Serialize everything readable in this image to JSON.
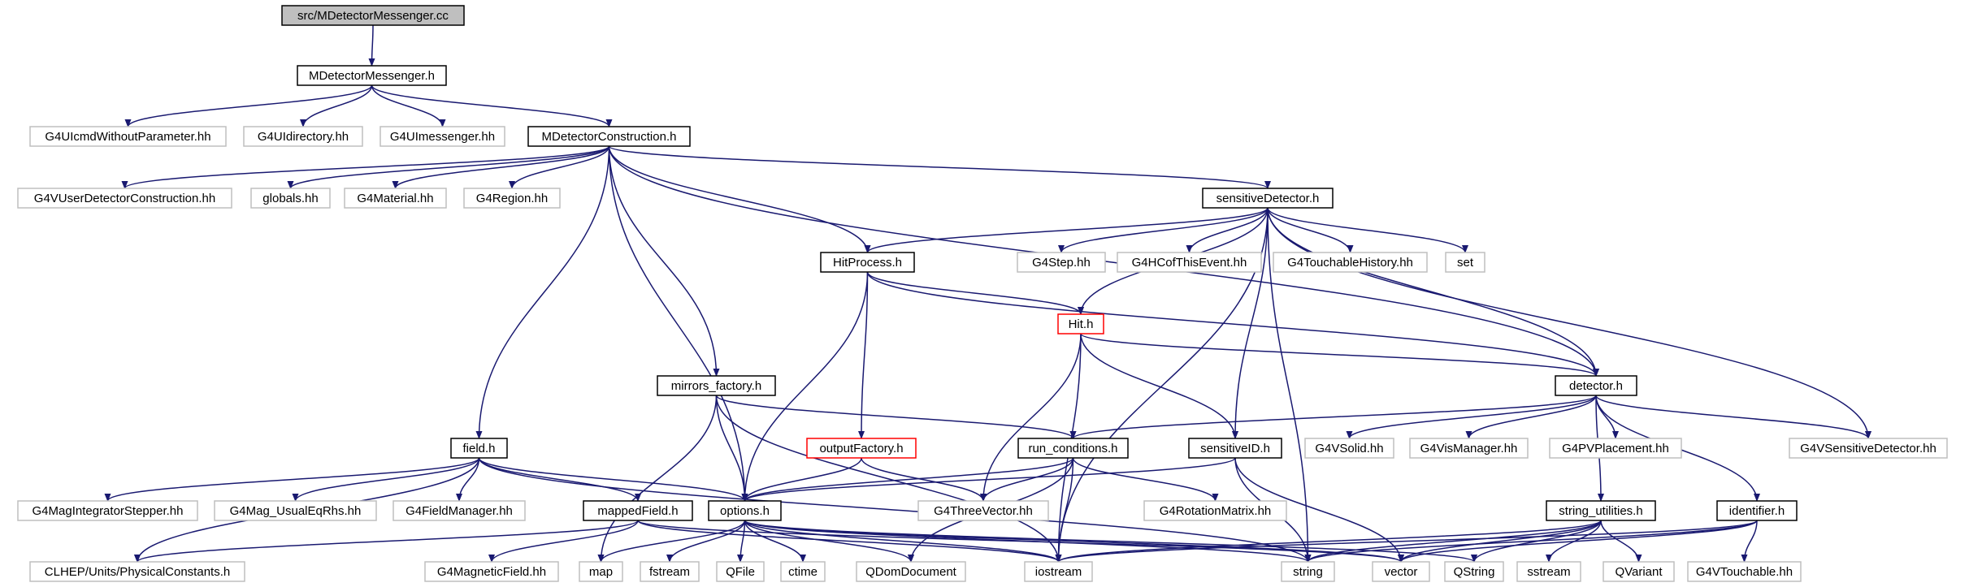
{
  "colors": {
    "edge": "#191970",
    "root_fill": "#bfbfbf",
    "node_border": "#000000",
    "external_border": "#bfbfbf",
    "truncated_border": "#ff0000"
  },
  "nodes": [
    {
      "id": "root",
      "label": "src/MDetectorMessenger.cc",
      "kind": "root"
    },
    {
      "id": "MDetectorMessenger_h",
      "label": "MDetectorMessenger.h",
      "kind": "doc"
    },
    {
      "id": "G4UIcmdWithoutParameter",
      "label": "G4UIcmdWithoutParameter.hh",
      "kind": "ext"
    },
    {
      "id": "G4UIdirectory",
      "label": "G4UIdirectory.hh",
      "kind": "ext"
    },
    {
      "id": "G4UImessenger",
      "label": "G4UImessenger.hh",
      "kind": "ext"
    },
    {
      "id": "MDetectorConstruction_h",
      "label": "MDetectorConstruction.h",
      "kind": "doc"
    },
    {
      "id": "G4VUserDetectorConstruction",
      "label": "G4VUserDetectorConstruction.hh",
      "kind": "ext"
    },
    {
      "id": "globals",
      "label": "globals.hh",
      "kind": "ext"
    },
    {
      "id": "G4Material",
      "label": "G4Material.hh",
      "kind": "ext"
    },
    {
      "id": "G4Region",
      "label": "G4Region.hh",
      "kind": "ext"
    },
    {
      "id": "sensitiveDetector_h",
      "label": "sensitiveDetector.h",
      "kind": "doc"
    },
    {
      "id": "HitProcess_h",
      "label": "HitProcess.h",
      "kind": "doc"
    },
    {
      "id": "G4Step",
      "label": "G4Step.hh",
      "kind": "ext"
    },
    {
      "id": "G4HCofThisEvent",
      "label": "G4HCofThisEvent.hh",
      "kind": "ext"
    },
    {
      "id": "G4TouchableHistory",
      "label": "G4TouchableHistory.hh",
      "kind": "ext"
    },
    {
      "id": "set",
      "label": "set",
      "kind": "ext"
    },
    {
      "id": "Hit_h",
      "label": "Hit.h",
      "kind": "trunc"
    },
    {
      "id": "mirrors_factory_h",
      "label": "mirrors_factory.h",
      "kind": "doc"
    },
    {
      "id": "detector_h",
      "label": "detector.h",
      "kind": "doc"
    },
    {
      "id": "field_h",
      "label": "field.h",
      "kind": "doc"
    },
    {
      "id": "outputFactory_h",
      "label": "outputFactory.h",
      "kind": "trunc"
    },
    {
      "id": "run_conditions_h",
      "label": "run_conditions.h",
      "kind": "doc"
    },
    {
      "id": "sensitiveID_h",
      "label": "sensitiveID.h",
      "kind": "doc"
    },
    {
      "id": "G4VSolid",
      "label": "G4VSolid.hh",
      "kind": "ext"
    },
    {
      "id": "G4VisManager",
      "label": "G4VisManager.hh",
      "kind": "ext"
    },
    {
      "id": "G4PVPlacement",
      "label": "G4PVPlacement.hh",
      "kind": "ext"
    },
    {
      "id": "G4VSensitiveDetector",
      "label": "G4VSensitiveDetector.hh",
      "kind": "ext"
    },
    {
      "id": "G4MagIntegratorStepper",
      "label": "G4MagIntegratorStepper.hh",
      "kind": "ext"
    },
    {
      "id": "G4Mag_UsualEqRhs",
      "label": "G4Mag_UsualEqRhs.hh",
      "kind": "ext"
    },
    {
      "id": "G4FieldManager",
      "label": "G4FieldManager.hh",
      "kind": "ext"
    },
    {
      "id": "mappedField_h",
      "label": "mappedField.h",
      "kind": "doc"
    },
    {
      "id": "options_h",
      "label": "options.h",
      "kind": "doc"
    },
    {
      "id": "G4ThreeVector",
      "label": "G4ThreeVector.hh",
      "kind": "ext"
    },
    {
      "id": "G4RotationMatrix",
      "label": "G4RotationMatrix.hh",
      "kind": "ext"
    },
    {
      "id": "string_utilities_h",
      "label": "string_utilities.h",
      "kind": "doc"
    },
    {
      "id": "identifier_h",
      "label": "identifier.h",
      "kind": "doc"
    },
    {
      "id": "CLHEP_PhysicalConstants",
      "label": "CLHEP/Units/PhysicalConstants.h",
      "kind": "ext"
    },
    {
      "id": "G4MagneticField",
      "label": "G4MagneticField.hh",
      "kind": "ext"
    },
    {
      "id": "map",
      "label": "map",
      "kind": "ext"
    },
    {
      "id": "fstream",
      "label": "fstream",
      "kind": "ext"
    },
    {
      "id": "QFile",
      "label": "QFile",
      "kind": "ext"
    },
    {
      "id": "ctime",
      "label": "ctime",
      "kind": "ext"
    },
    {
      "id": "QDomDocument",
      "label": "QDomDocument",
      "kind": "ext"
    },
    {
      "id": "iostream",
      "label": "iostream",
      "kind": "ext"
    },
    {
      "id": "string",
      "label": "string",
      "kind": "ext"
    },
    {
      "id": "vector",
      "label": "vector",
      "kind": "ext"
    },
    {
      "id": "QString",
      "label": "QString",
      "kind": "ext"
    },
    {
      "id": "sstream",
      "label": "sstream",
      "kind": "ext"
    },
    {
      "id": "QVariant",
      "label": "QVariant",
      "kind": "ext"
    },
    {
      "id": "G4VTouchable",
      "label": "G4VTouchable.hh",
      "kind": "ext"
    }
  ],
  "edges": [
    [
      "root",
      "MDetectorMessenger_h"
    ],
    [
      "MDetectorMessenger_h",
      "G4UIcmdWithoutParameter"
    ],
    [
      "MDetectorMessenger_h",
      "G4UIdirectory"
    ],
    [
      "MDetectorMessenger_h",
      "G4UImessenger"
    ],
    [
      "MDetectorMessenger_h",
      "MDetectorConstruction_h"
    ],
    [
      "MDetectorConstruction_h",
      "G4VUserDetectorConstruction"
    ],
    [
      "MDetectorConstruction_h",
      "globals"
    ],
    [
      "MDetectorConstruction_h",
      "G4Material"
    ],
    [
      "MDetectorConstruction_h",
      "G4Region"
    ],
    [
      "MDetectorConstruction_h",
      "sensitiveDetector_h"
    ],
    [
      "MDetectorConstruction_h",
      "HitProcess_h"
    ],
    [
      "MDetectorConstruction_h",
      "mirrors_factory_h"
    ],
    [
      "MDetectorConstruction_h",
      "field_h"
    ],
    [
      "MDetectorConstruction_h",
      "options_h"
    ],
    [
      "MDetectorConstruction_h",
      "detector_h"
    ],
    [
      "sensitiveDetector_h",
      "HitProcess_h"
    ],
    [
      "sensitiveDetector_h",
      "G4Step"
    ],
    [
      "sensitiveDetector_h",
      "G4HCofThisEvent"
    ],
    [
      "sensitiveDetector_h",
      "G4TouchableHistory"
    ],
    [
      "sensitiveDetector_h",
      "set"
    ],
    [
      "sensitiveDetector_h",
      "Hit_h"
    ],
    [
      "sensitiveDetector_h",
      "detector_h"
    ],
    [
      "sensitiveDetector_h",
      "G4VSensitiveDetector"
    ],
    [
      "sensitiveDetector_h",
      "sensitiveID_h"
    ],
    [
      "sensitiveDetector_h",
      "iostream"
    ],
    [
      "sensitiveDetector_h",
      "string"
    ],
    [
      "HitProcess_h",
      "Hit_h"
    ],
    [
      "HitProcess_h",
      "detector_h"
    ],
    [
      "HitProcess_h",
      "outputFactory_h"
    ],
    [
      "HitProcess_h",
      "options_h"
    ],
    [
      "Hit_h",
      "detector_h"
    ],
    [
      "Hit_h",
      "sensitiveID_h"
    ],
    [
      "Hit_h",
      "G4ThreeVector"
    ],
    [
      "Hit_h",
      "iostream"
    ],
    [
      "mirrors_factory_h",
      "run_conditions_h"
    ],
    [
      "mirrors_factory_h",
      "options_h"
    ],
    [
      "mirrors_factory_h",
      "map"
    ],
    [
      "mirrors_factory_h",
      "iostream"
    ],
    [
      "detector_h",
      "run_conditions_h"
    ],
    [
      "detector_h",
      "G4VSolid"
    ],
    [
      "detector_h",
      "G4VisManager"
    ],
    [
      "detector_h",
      "G4PVPlacement"
    ],
    [
      "detector_h",
      "G4VSensitiveDetector"
    ],
    [
      "detector_h",
      "string_utilities_h"
    ],
    [
      "detector_h",
      "identifier_h"
    ],
    [
      "field_h",
      "G4MagIntegratorStepper"
    ],
    [
      "field_h",
      "G4Mag_UsualEqRhs"
    ],
    [
      "field_h",
      "G4FieldManager"
    ],
    [
      "field_h",
      "mappedField_h"
    ],
    [
      "field_h",
      "options_h"
    ],
    [
      "field_h",
      "CLHEP_PhysicalConstants"
    ],
    [
      "field_h",
      "string"
    ],
    [
      "outputFactory_h",
      "options_h"
    ],
    [
      "outputFactory_h",
      "G4ThreeVector"
    ],
    [
      "run_conditions_h",
      "options_h"
    ],
    [
      "run_conditions_h",
      "G4ThreeVector"
    ],
    [
      "run_conditions_h",
      "G4RotationMatrix"
    ],
    [
      "run_conditions_h",
      "iostream"
    ],
    [
      "run_conditions_h",
      "QDomDocument"
    ],
    [
      "sensitiveID_h",
      "options_h"
    ],
    [
      "sensitiveID_h",
      "string"
    ],
    [
      "sensitiveID_h",
      "vector"
    ],
    [
      "mappedField_h",
      "G4MagneticField"
    ],
    [
      "mappedField_h",
      "CLHEP_PhysicalConstants"
    ],
    [
      "mappedField_h",
      "iostream"
    ],
    [
      "mappedField_h",
      "vector"
    ],
    [
      "options_h",
      "map"
    ],
    [
      "options_h",
      "fstream"
    ],
    [
      "options_h",
      "QFile"
    ],
    [
      "options_h",
      "ctime"
    ],
    [
      "options_h",
      "QDomDocument"
    ],
    [
      "options_h",
      "iostream"
    ],
    [
      "options_h",
      "string"
    ],
    [
      "options_h",
      "vector"
    ],
    [
      "options_h",
      "QString"
    ],
    [
      "string_utilities_h",
      "iostream"
    ],
    [
      "string_utilities_h",
      "string"
    ],
    [
      "string_utilities_h",
      "vector"
    ],
    [
      "string_utilities_h",
      "sstream"
    ],
    [
      "string_utilities_h",
      "QVariant"
    ],
    [
      "string_utilities_h",
      "QString"
    ],
    [
      "identifier_h",
      "string"
    ],
    [
      "identifier_h",
      "vector"
    ],
    [
      "identifier_h",
      "iostream"
    ],
    [
      "identifier_h",
      "G4VTouchable"
    ]
  ]
}
